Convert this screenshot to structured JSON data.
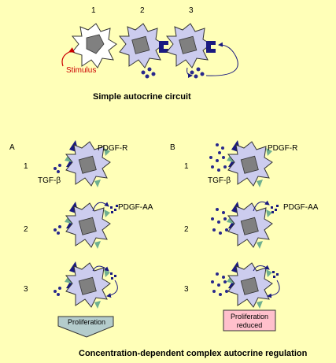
{
  "top": {
    "step_labels": [
      "1",
      "2",
      "3"
    ],
    "stimulus": "Stimulus",
    "caption": "Simple autocrine circuit"
  },
  "bottom": {
    "panels": [
      {
        "label": "A",
        "row_labels": [
          "1",
          "2",
          "3"
        ],
        "pdgfr": "PDGF-R",
        "tgfb": "TGF-β",
        "pdgfaa": "PDGF-AA",
        "outcome": "Proliferation"
      },
      {
        "label": "B",
        "row_labels": [
          "1",
          "2",
          "3"
        ],
        "pdgfr": "PDGF-R",
        "tgfb": "TGF-β",
        "pdgfaa": "PDGF-AA",
        "outcome_line1": "Proliferation",
        "outcome_line2": "reduced"
      }
    ],
    "caption": "Concentration-dependent complex autocrine regulation"
  },
  "colors": {
    "background": "#FFFFB8",
    "cell": "#CCCCEE",
    "nucleus": "#808080",
    "receptor": "#1A1A80",
    "tgf_receptor": "#70B090",
    "dot": "#28288C",
    "stimulus": "#CC0000",
    "proliferation_box": "#B4CCCC",
    "reduced_box": "#FFC0CC"
  }
}
